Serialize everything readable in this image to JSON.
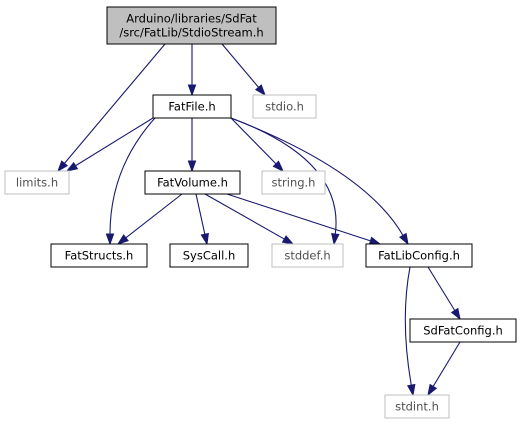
{
  "style": {
    "edge_color": "#191970",
    "root_fill": "#bfbfbf",
    "local_border": "#000000",
    "system_border": "#bfbfbf",
    "system_text": "#505050"
  },
  "nodes": [
    {
      "id": "root",
      "lines": [
        "Arduino/libraries/SdFat",
        "/src/FatLib/StdioStream.h"
      ],
      "kind": "root"
    },
    {
      "id": "fatfile",
      "lines": [
        "FatFile.h"
      ],
      "kind": "local"
    },
    {
      "id": "stdio",
      "lines": [
        "stdio.h"
      ],
      "kind": "system"
    },
    {
      "id": "limits",
      "lines": [
        "limits.h"
      ],
      "kind": "system"
    },
    {
      "id": "fatvolume",
      "lines": [
        "FatVolume.h"
      ],
      "kind": "local"
    },
    {
      "id": "string",
      "lines": [
        "string.h"
      ],
      "kind": "system"
    },
    {
      "id": "fatstructs",
      "lines": [
        "FatStructs.h"
      ],
      "kind": "local"
    },
    {
      "id": "syscall",
      "lines": [
        "SysCall.h"
      ],
      "kind": "local"
    },
    {
      "id": "stddef",
      "lines": [
        "stddef.h"
      ],
      "kind": "system"
    },
    {
      "id": "fatlibconfig",
      "lines": [
        "FatLibConfig.h"
      ],
      "kind": "local"
    },
    {
      "id": "sdfatconfig",
      "lines": [
        "SdFatConfig.h"
      ],
      "kind": "local"
    },
    {
      "id": "stdint",
      "lines": [
        "stdint.h"
      ],
      "kind": "system"
    }
  ],
  "edges": [
    {
      "from": "root",
      "to": "fatfile"
    },
    {
      "from": "root",
      "to": "stdio"
    },
    {
      "from": "root",
      "to": "limits"
    },
    {
      "from": "fatfile",
      "to": "limits"
    },
    {
      "from": "fatfile",
      "to": "fatvolume"
    },
    {
      "from": "fatfile",
      "to": "string"
    },
    {
      "from": "fatfile",
      "to": "fatstructs"
    },
    {
      "from": "fatfile",
      "to": "stddef"
    },
    {
      "from": "fatfile",
      "to": "fatlibconfig"
    },
    {
      "from": "fatvolume",
      "to": "fatstructs"
    },
    {
      "from": "fatvolume",
      "to": "syscall"
    },
    {
      "from": "fatvolume",
      "to": "stddef"
    },
    {
      "from": "fatvolume",
      "to": "fatlibconfig"
    },
    {
      "from": "fatlibconfig",
      "to": "sdfatconfig"
    },
    {
      "from": "fatlibconfig",
      "to": "stdint"
    },
    {
      "from": "sdfatconfig",
      "to": "stdint"
    }
  ]
}
